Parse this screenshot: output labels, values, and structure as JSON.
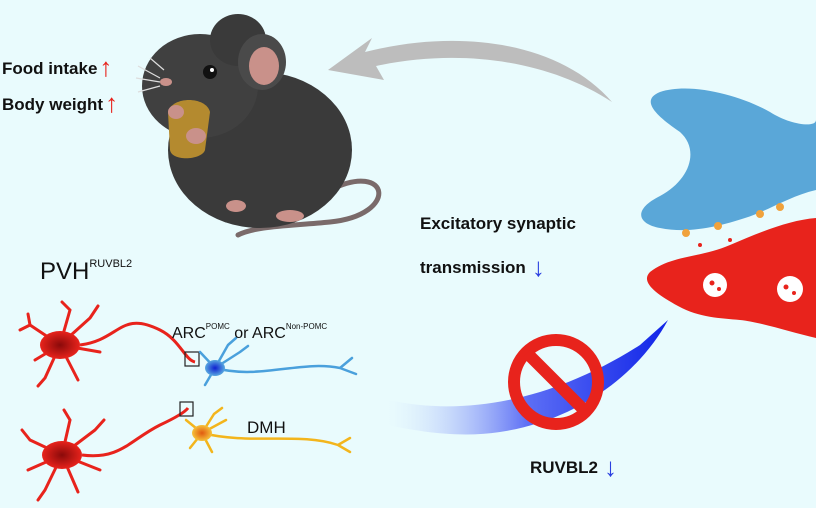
{
  "labels": {
    "food_intake": "Food intake",
    "body_weight": "Body weight",
    "up_arrow": "↑",
    "down_arrow": "↓",
    "excitatory_line1": "Excitatory synaptic",
    "excitatory_line2": "transmission",
    "pvh": "PVH",
    "pvh_sup": "RUVBL2",
    "arc": "ARC",
    "arc_sup": "POMC",
    "or": "or",
    "arc2": "ARC",
    "arc2_sup": "Non-POMC",
    "dmh": "DMH",
    "ruvbl2": "RUVBL2"
  },
  "colors": {
    "background": "#e9fbfd",
    "up_arrow": "#e8231c",
    "down_arrow": "#2a3fe0",
    "presynaptic": "#5aa7d8",
    "postsynaptic": "#e8231c",
    "neuron_red": "#e8231c",
    "neuron_blue": "#4aa0dc",
    "neuron_yellow": "#f3b51c",
    "mouse": "#3a3a3a",
    "prohibit_sign": "#e8231c"
  },
  "icons": {
    "mouse": "mouse-icon",
    "synapse": "synapse-icon",
    "neuron": "neuron-icon",
    "prohibit": "prohibit-icon"
  }
}
